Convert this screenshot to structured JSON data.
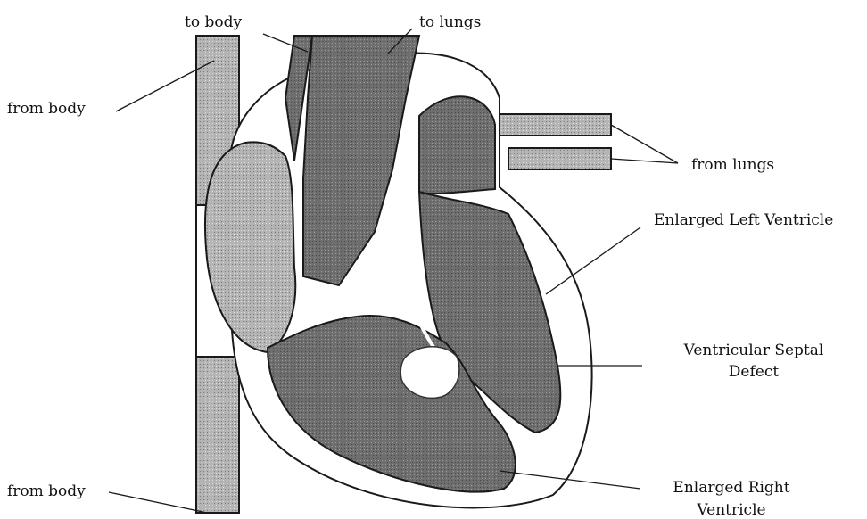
{
  "labels": {
    "to_body": "to body",
    "to_lungs": "to lungs",
    "from_body_top": "from body",
    "from_body_bottom": "from body",
    "from_lungs": "from lungs",
    "enlarged_left_ventricle": "Enlarged Left Ventricle",
    "vsd_line1": "Ventricular Septal",
    "vsd_line2": "Defect",
    "erv_line1": "Enlarged Right",
    "erv_line2": "Ventricle"
  },
  "colors": {
    "dark_fill": "#6e6e6e",
    "light_fill": "#b4b4b4",
    "outline": "#1a1a1a",
    "background": "#ffffff"
  }
}
